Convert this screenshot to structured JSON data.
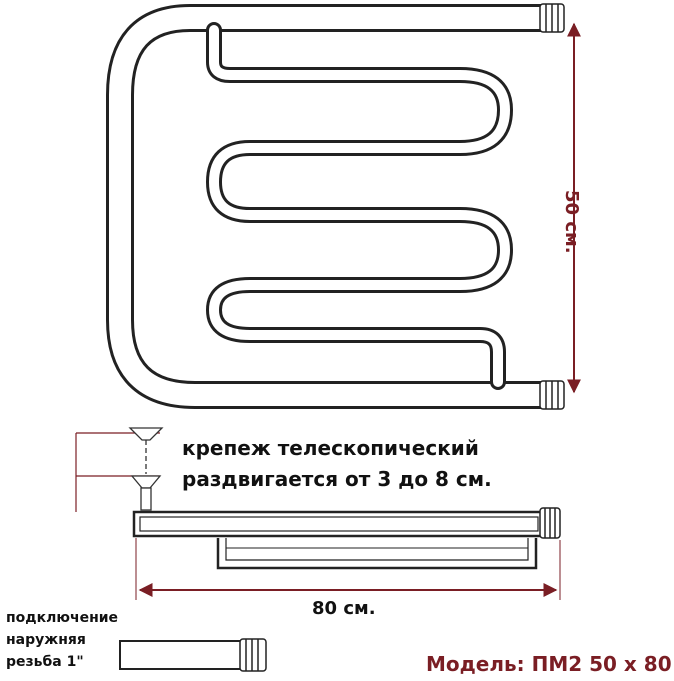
{
  "dimensions": {
    "height_label": "50 см.",
    "width_label": "80 см."
  },
  "mount_note": {
    "line1": "крепеж телескопический",
    "line2": "раздвигается от 3 до 8 см."
  },
  "connection_note": {
    "line1": "подключение",
    "line2": "наружняя",
    "line3": "резьба 1\""
  },
  "model_label": "Модель: ПМ2 50 х 80",
  "colors": {
    "dimension": "#7a1e24",
    "pipe_outline": "#222222",
    "text": "#111111"
  }
}
